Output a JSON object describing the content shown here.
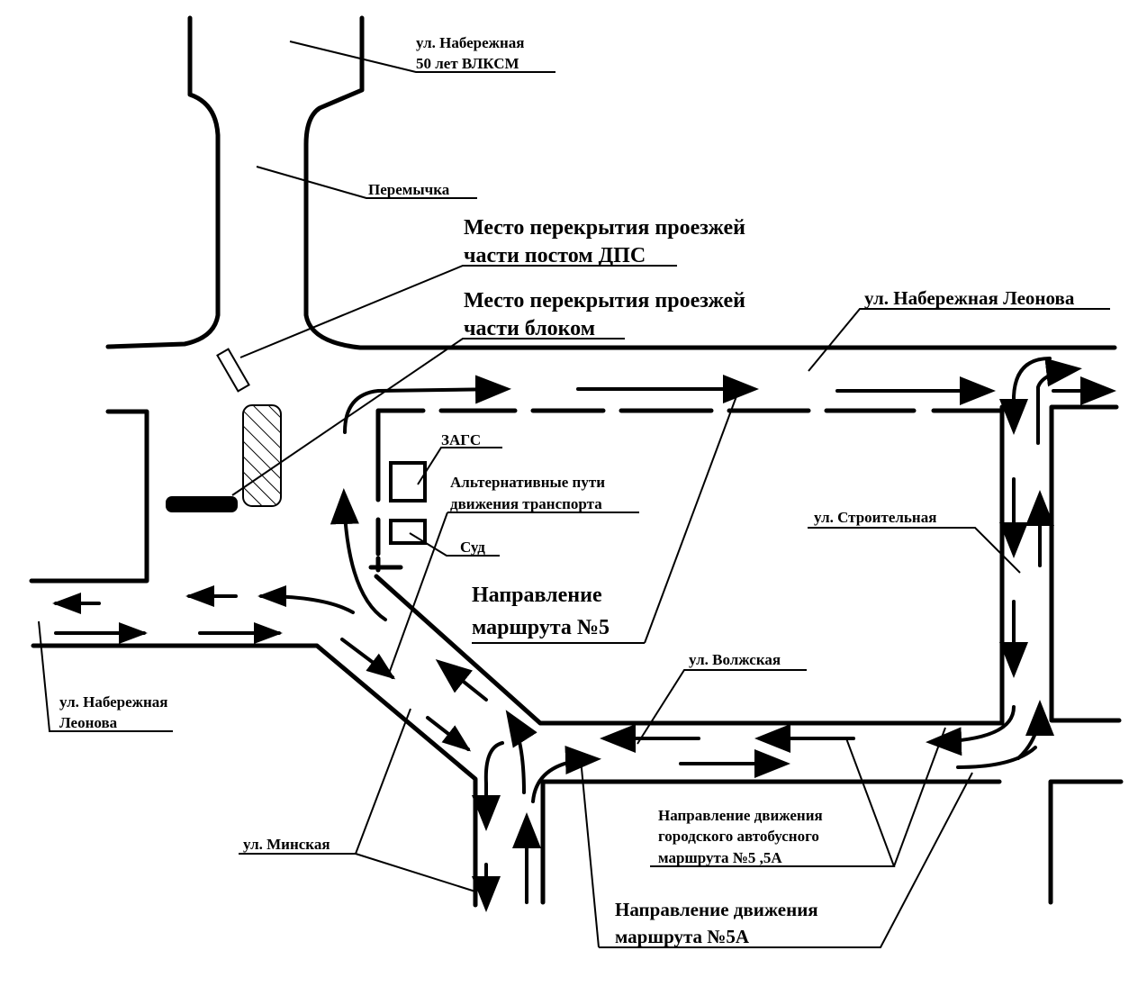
{
  "map": {
    "labels": {
      "naberezhnaya_50_line1": "ул. Набережная",
      "naberezhnaya_50_line2": "50 лет ВЛКСМ",
      "peremychka": "Перемычка",
      "dps_line1": "Место перекрытия проезжей",
      "dps_line2": "части постом ДПС",
      "block_line1": "Место перекрытия проезжей",
      "block_line2": "части блоком",
      "naberezhnaya_leonova_top": "ул. Набережная Леонова",
      "zags": "ЗАГС",
      "alt_line1": "Альтернативные пути",
      "alt_line2": "движения транспорта",
      "sud": "Суд",
      "stroitelnaya": "ул. Строительная",
      "route5_line1": "Направление",
      "route5_line2": "маршрута №5",
      "volzhskaya": "ул. Волжская",
      "naberezhnaya_leonova_left_line1": "ул. Набережная",
      "naberezhnaya_leonova_left_line2": "Леонова",
      "minskaya": "ул. Минская",
      "bus_line1": "Направление движения",
      "bus_line2": "городского автобусного",
      "bus_line3": "маршрута №5 ,5А",
      "route5a_line1": "Направление движения",
      "route5a_line2": "маршрута №5А"
    }
  }
}
